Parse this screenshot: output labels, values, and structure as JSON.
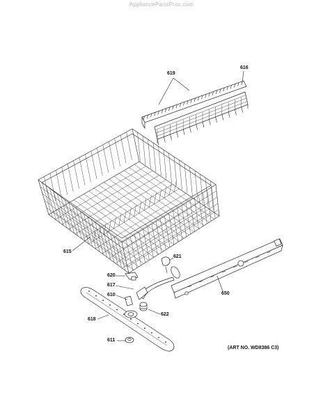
{
  "watermark": "AppliancePartsPros.com",
  "art_number": "(ART NO. WD8386 C3)",
  "callouts": {
    "c619": "619",
    "c616": "616",
    "c615": "615",
    "c621": "621",
    "c620": "620",
    "c617": "617",
    "c610": "610",
    "c650": "650",
    "c618": "618",
    "c622": "622",
    "c611": "611"
  }
}
